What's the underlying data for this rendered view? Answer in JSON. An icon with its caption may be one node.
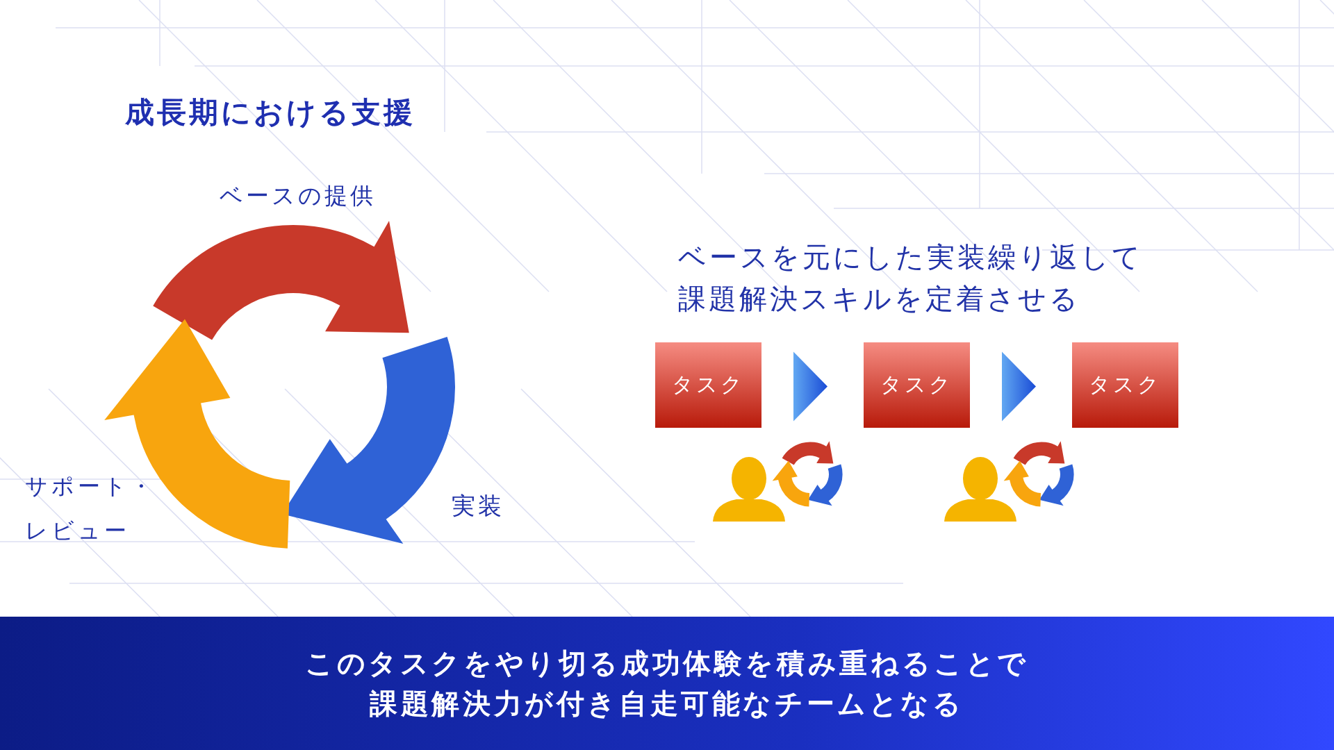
{
  "diagram": {
    "title": "成長期における支援",
    "nodes": [
      {
        "text": [
          "タスク"
        ]
      },
      {
        "text": [
          "タスク"
        ]
      },
      {
        "text": [
          "タスク"
        ]
      },
      {
        "text": [
          "このタスクをやり切る成功体験を積み重ねることで課題解決力が付き自走可能なチームとなる"
        ]
      }
    ],
    "edges": [
      {
        "from": 0,
        "to": 1,
        "arrow": "to"
      },
      {
        "from": 1,
        "to": 2,
        "arrow": "to"
      }
    ],
    "labels": [
      "ベースの提供",
      "実装",
      "サポート・レビュー",
      "ベースを元にした実装繰り返して課題解決スキルを定着させる"
    ]
  }
}
